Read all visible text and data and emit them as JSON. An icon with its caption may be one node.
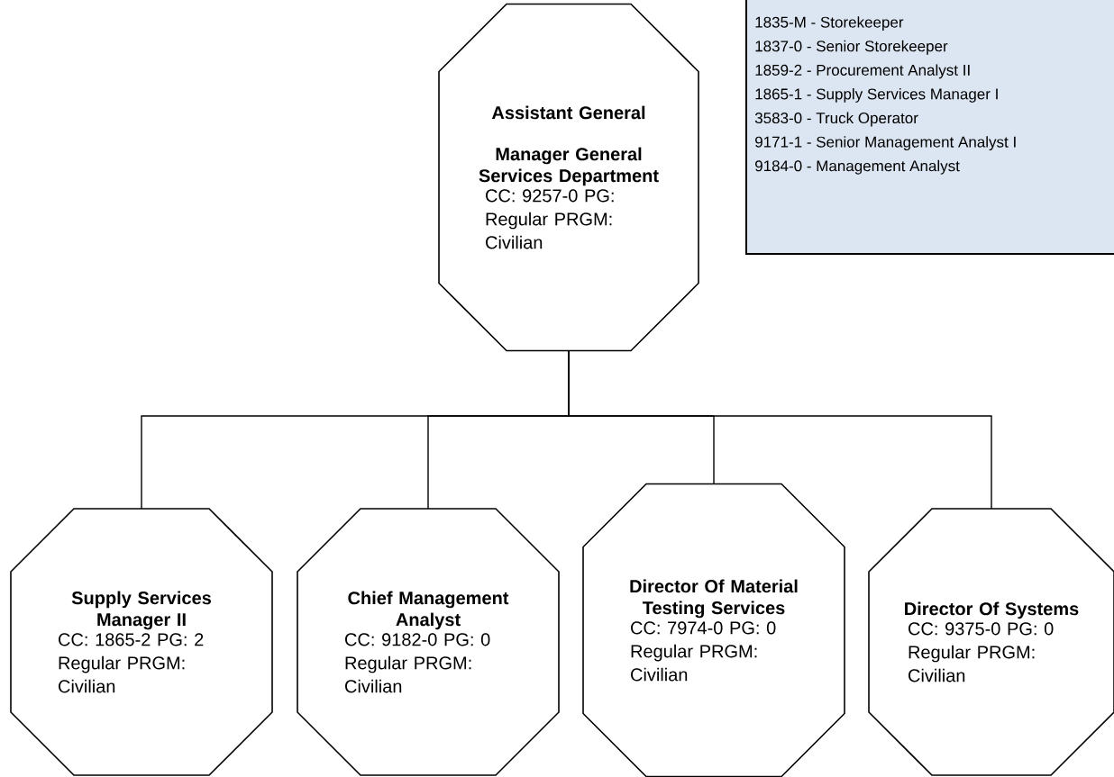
{
  "diagram": {
    "nodes": [
      {
        "text": [
          "Assistant General",
          "Manager General Services Department",
          "CC: 9257-0 PG: Regular PRGM: Civilian"
        ]
      },
      {
        "text": [
          "Supply Services Manager II",
          "CC: 1865-2 PG: 2 Regular PRGM: Civilian"
        ]
      },
      {
        "text": [
          "Chief Management Analyst",
          "CC: 9182-0 PG: 0 Regular PRGM: Civilian"
        ]
      },
      {
        "text": [
          "Director Of Material Testing Services",
          "CC: 7974-0 PG: 0 Regular PRGM: Civilian"
        ]
      },
      {
        "text": [
          "Director Of Systems",
          "CC: 9375-0 PG: 0 Regular PRGM: Civilian"
        ]
      },
      {
        "text": [
          "1835-M - Storekeeper",
          "1837-0 - Senior Storekeeper",
          "1859-2 - Procurement Analyst II",
          "1865-1 - Supply Services Manager I",
          "3583-0 - Truck Operator",
          "9171-1 - Senior Management Analyst I",
          "9184-0 - Management Analyst"
        ]
      }
    ],
    "edges": [
      {
        "from": 0,
        "to": 1,
        "arrow": "none"
      },
      {
        "from": 0,
        "to": 2,
        "arrow": "none"
      },
      {
        "from": 0,
        "to": 3,
        "arrow": "none"
      },
      {
        "from": 0,
        "to": 4,
        "arrow": "none"
      }
    ]
  }
}
